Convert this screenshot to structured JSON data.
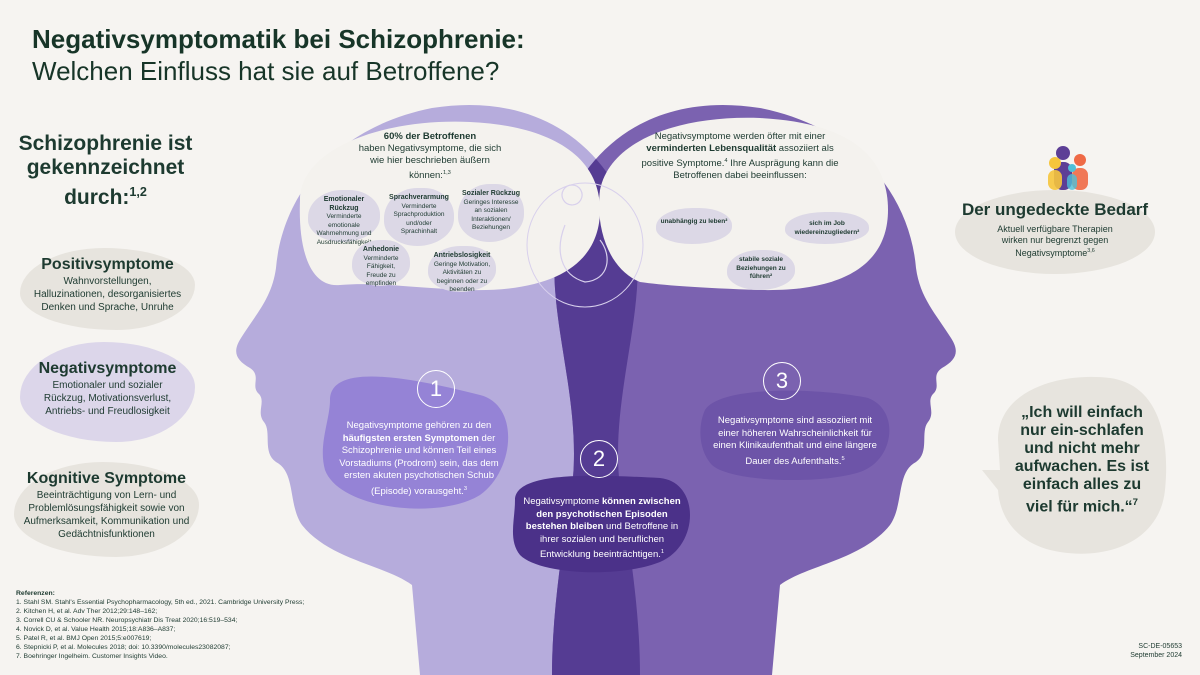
{
  "title": {
    "line1": "Negativsymptomatik bei Schizophrenie:",
    "line2": "Welchen Einfluss hat sie auf Betroffene?"
  },
  "left": {
    "heading": "Schizophrenie ist gekennzeichnet durch:",
    "heading_sup": "1,2",
    "cards": [
      {
        "title": "Positivsymptome",
        "text": "Wahnvorstellungen, Halluzinationen, desorganisiertes Denken und Sprache, Unruhe"
      },
      {
        "title": "Negativsymptome",
        "text": "Emotionaler und sozialer Rückzug, Motivationsverlust, Antriebs- und Freudlosigkeit"
      },
      {
        "title": "Kognitive Symptome",
        "text": "Beeinträchtigung von Lern- und Problemlösungsfähigkeit sowie von Aufmerksamkeit, Kommunikation und Gedächtnisfunktionen"
      }
    ]
  },
  "left_bubble": {
    "bold": "60% der Betroffenen",
    "text": "haben Negativsymptome, die sich wie hier beschrieben äußern können:",
    "sup": "1,3",
    "items": [
      {
        "title": "Emotionaler Rückzug",
        "text": "Verminderte emotionale Wahrnehmung und Ausdrucksfähigkeit"
      },
      {
        "title": "Sprachverarmung",
        "text": "Verminderte Sprachproduktion und/oder Sprachinhalt"
      },
      {
        "title": "Sozialer Rückzug",
        "text": "Geringes Interesse an sozialen Interaktionen/ Beziehungen"
      },
      {
        "title": "Anhedonie",
        "text": "Verminderte Fähigkeit, Freude zu empfinden"
      },
      {
        "title": "Antriebslosigkeit",
        "text": "Geringe Motivation, Aktivitäten zu beginnen oder zu beenden"
      }
    ]
  },
  "right_bubble": {
    "text1": "Negativsymptome werden öfter mit einer ",
    "bold": "verminderten Lebensqualität",
    "text2": " assoziiert als positive Symptome.",
    "sup": "4",
    "text3": " Ihre Ausprägung kann die Betroffenen dabei beeinflussen:",
    "items": [
      "unabhängig zu leben²",
      "sich im Job wiedereinzugliedern²",
      "stabile soziale Beziehungen zu führen²"
    ]
  },
  "points": [
    {
      "number": "1",
      "text1": "Negativsymptome gehören zu den ",
      "bold": "häufigsten ersten Symptomen",
      "text2": " der Schizophrenie und können Teil eines Vorstadiums (Prodrom) sein, das dem ersten akuten psychotischen Schub (Episode) vorausgeht.",
      "sup": "3"
    },
    {
      "number": "2",
      "text1": "Negativsymptome ",
      "bold": "können zwischen den psychotischen Episoden bestehen bleiben",
      "text2": " und Betroffene in ihrer sozialen und beruflichen Entwicklung beeinträchtigen.",
      "sup": "1"
    },
    {
      "number": "3",
      "text1": "Negativsymptome sind assoziiert mit einer höheren Wahrscheinlichkeit für einen Klinikaufenthalt und eine längere Dauer des Aufenthalts.",
      "bold": "",
      "text2": "",
      "sup": "5"
    }
  ],
  "unmet": {
    "title": "Der ungedeckte Bedarf",
    "text": "Aktuell verfügbare Therapien wirken nur begrenzt gegen Negativsymptome",
    "sup": "3,6"
  },
  "quote": {
    "text": "„Ich will einfach nur ein-schlafen und nicht mehr aufwachen. Es ist einfach alles zu viel für mich.“",
    "sup": "7"
  },
  "references": {
    "heading": "Referenzen:",
    "items": [
      "1. Stahl SM. Stahl's Essential Psychopharmacology, 5th ed., 2021. Cambridge University Press;",
      "2. Kitchen H, et al. Adv Ther 2012;29:148–162;",
      "3. Correll CU & Schooler NR. Neuropsychiatr Dis Treat 2020;16:519–534;",
      "4. Novick D, et al. Value Health 2015;18:A836–A837;",
      "5. Patel R, et al. BMJ Open 2015;5:e007619;",
      "6. Stepnicki P, et al. Molecules 2018; doi: 10.3390/molecules23082087;",
      "7. Boehringer Ingelheim. Customer Insights Video."
    ]
  },
  "footer": {
    "code": "SC-DE-05653",
    "date": "September 2024"
  },
  "colors": {
    "title": "#173528",
    "left_head": "#b6acdc",
    "right_head": "#7b62b0",
    "overlap": "#553c93",
    "point1": "#9583d6",
    "point2": "#4b3189",
    "point3": "#6d54a8",
    "card": "#e7e4de"
  }
}
